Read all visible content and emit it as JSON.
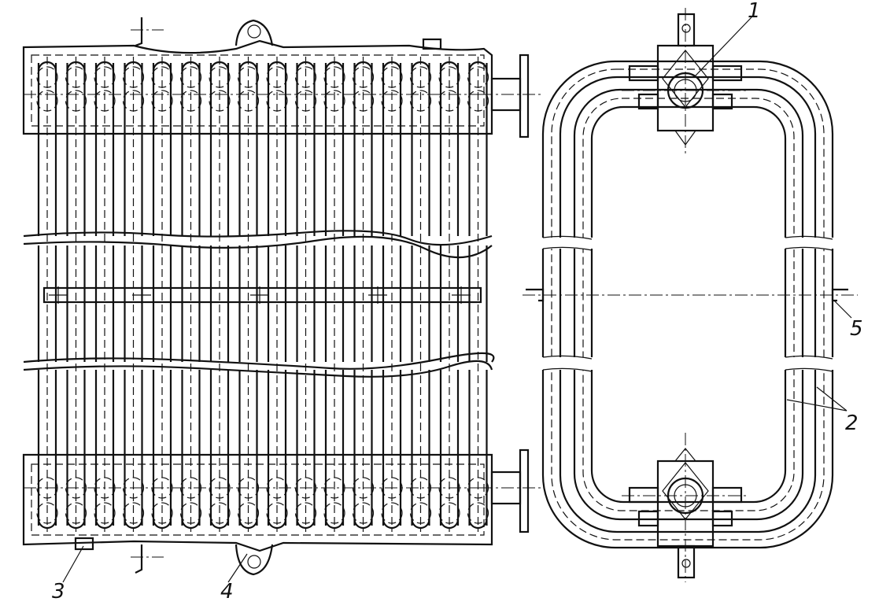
{
  "figure": {
    "callouts": [
      {
        "id": "c1",
        "text": "1"
      },
      {
        "id": "c2",
        "text": "2"
      },
      {
        "id": "c3",
        "text": "3"
      },
      {
        "id": "c4",
        "text": "4"
      },
      {
        "id": "c5",
        "text": "5"
      }
    ],
    "tube_count": 16
  }
}
